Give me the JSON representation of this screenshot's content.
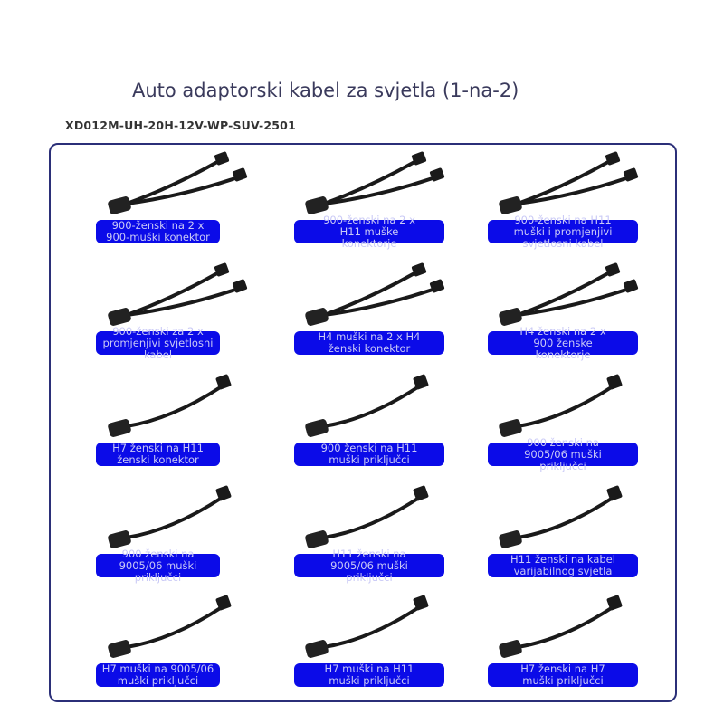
{
  "header": {
    "title": "Auto adaptorski kabel za svjetla (1-na-2)",
    "sku": "XD012M-UH-20H-12V-WP-SUV-2501"
  },
  "colors": {
    "label_bg": "#0b0be8",
    "frame": "#2b2f78",
    "cable": "#1a1a1a"
  },
  "products": [
    {
      "label": "900-ženski na 2 x\n900-muški konektor",
      "branches": 2
    },
    {
      "label": "900-ženski na 2 x\nH11 muške\nkonektorje",
      "branches": 2
    },
    {
      "label": "900-ženski na H11\nmuški i promjenjivi\nsvjetlosni kabel",
      "branches": 2
    },
    {
      "label": "900-ženski za 2 x\npromjenjivi svjetlosni kabel",
      "branches": 2
    },
    {
      "label": "H4 muški na 2 x H4\nženski konektor",
      "branches": 2
    },
    {
      "label": "H4 ženski na 2 x\n900 ženske\nkonektorje",
      "branches": 2
    },
    {
      "label": "H7 ženski na H11\nženski konektor",
      "branches": 1
    },
    {
      "label": "900 ženski na H11\nmuški priključci",
      "branches": 1
    },
    {
      "label": "900 ženski na\n9005/06 muški\npriključci",
      "branches": 1
    },
    {
      "label": "900 ženski na\n9005/06 muški\npriključci",
      "branches": 1
    },
    {
      "label": "H11 ženski na\n9005/06 muški\npriključci",
      "branches": 1
    },
    {
      "label": "H11 ženski na kabel\nvarijabilnog svjetla",
      "branches": 1
    },
    {
      "label": "H7 muški na 9005/06\nmuški priključci",
      "branches": 1
    },
    {
      "label": "H7 muški na H11\nmuški priključci",
      "branches": 1
    },
    {
      "label": "H7 ženski na H7\nmuški priključci",
      "branches": 1
    }
  ]
}
